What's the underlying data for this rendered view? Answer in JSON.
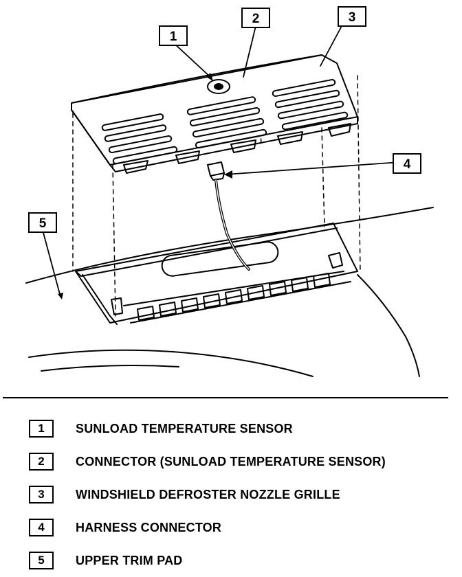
{
  "callouts": [
    {
      "num": "1",
      "label": "SUNLOAD TEMPERATURE SENSOR"
    },
    {
      "num": "2",
      "label": "CONNECTOR (SUNLOAD TEMPERATURE SENSOR)"
    },
    {
      "num": "3",
      "label": "WINDSHIELD DEFROSTER NOZZLE GRILLE"
    },
    {
      "num": "4",
      "label": "HARNESS CONNECTOR"
    },
    {
      "num": "5",
      "label": "UPPER TRIM PAD"
    }
  ]
}
